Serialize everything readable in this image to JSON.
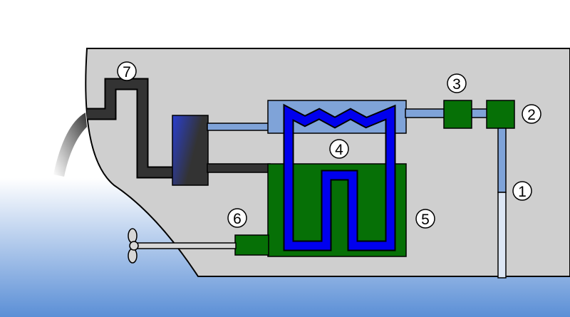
{
  "callouts": [
    {
      "id": "c1",
      "label": "1"
    },
    {
      "id": "c2",
      "label": "2"
    },
    {
      "id": "c3",
      "label": "3"
    },
    {
      "id": "c4",
      "label": "4"
    },
    {
      "id": "c5",
      "label": "5"
    },
    {
      "id": "c6",
      "label": "6"
    },
    {
      "id": "c7",
      "label": "7"
    }
  ],
  "colors": {
    "sea_top": "#ffffff",
    "sea_bottom": "#5b8fd6",
    "hull": "#cfcfcf",
    "outline": "#000000",
    "green": "#067006",
    "blue_loop": "#0000ee",
    "light_blue": "#7fa3d8",
    "dark_gray": "#333333",
    "shaft": "#d7d7d7"
  }
}
